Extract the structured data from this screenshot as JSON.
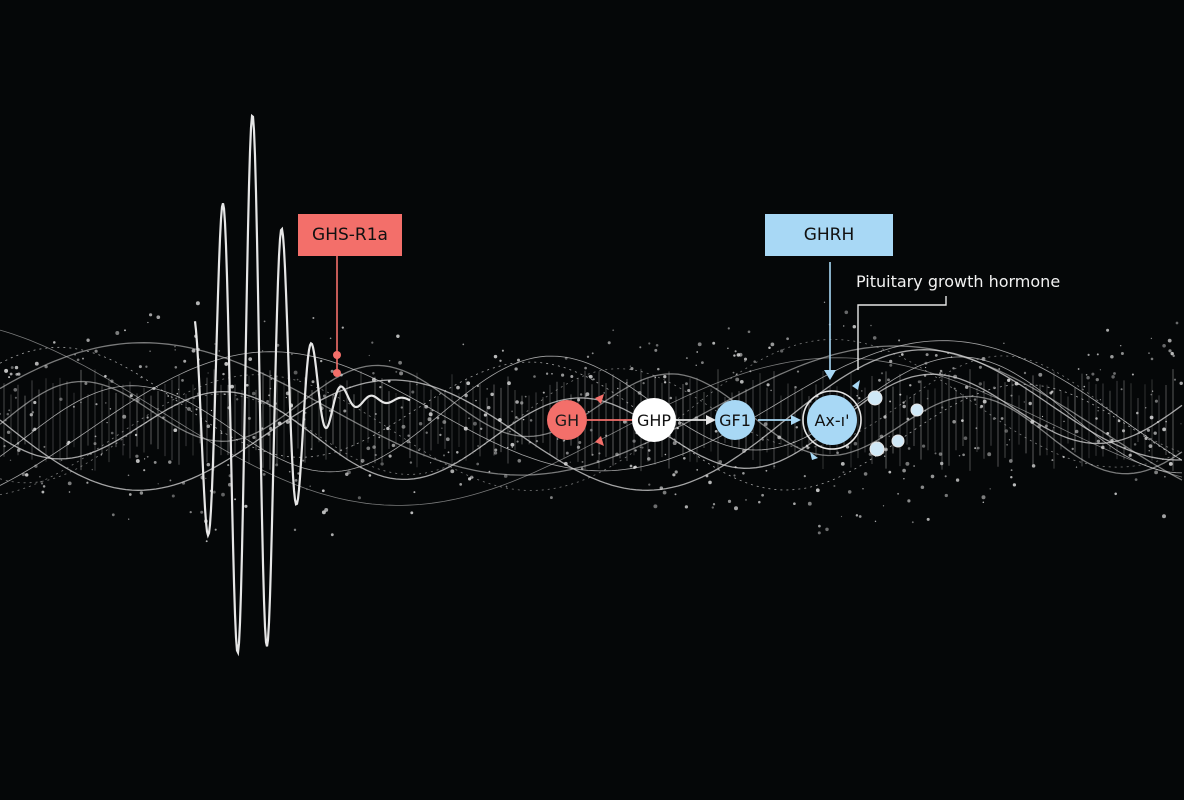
{
  "labels": {
    "receptor": "GHS-R1a",
    "releasing_hormone": "GHRH",
    "annotation": "Pituitary growth hormone"
  },
  "nodes": [
    {
      "id": "gh",
      "label": "GH",
      "fill": "#f36f6a",
      "text_color": "#1a1a1a"
    },
    {
      "id": "ghp",
      "label": "GHP",
      "fill": "#ffffff",
      "text_color": "#111111"
    },
    {
      "id": "gf1",
      "label": "GF1",
      "fill": "#a8d8f5",
      "text_color": "#111111"
    },
    {
      "id": "axr",
      "label": "Ax-ı'",
      "fill": "#a8d8f5",
      "text_color": "#111111"
    }
  ],
  "colors": {
    "background": "#050708",
    "wave": "#d9d9d9",
    "accent_red": "#f36f6a",
    "accent_blue": "#a8d8f5"
  }
}
